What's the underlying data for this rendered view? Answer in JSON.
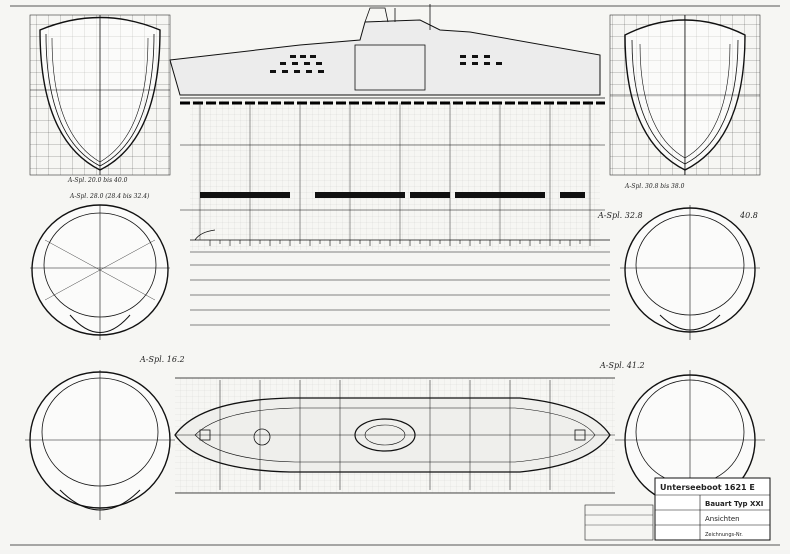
{
  "section_labels": {
    "top_left": "A-Spl. 20.0 bis 40.0",
    "mid_left": "A-Spl. 28.0 (28.4 bis 32.4)",
    "mid_right_a": "A-Spl. 30.8 bis 38.0",
    "mid_right_b": "A-Spl. 32.8",
    "mid_right_c": "40.8",
    "low_left": "A-Spl. 16.2",
    "low_right": "A-Spl. 41.2"
  },
  "title_block": {
    "line1": "Unterseeboot 1621 E",
    "line2": "Bauart Typ XXI",
    "line3": "Ansichten",
    "small": "Zeichnungs-Nr."
  },
  "colors": {
    "ink": "#1a1a1a",
    "paper": "#f6f6f3"
  }
}
